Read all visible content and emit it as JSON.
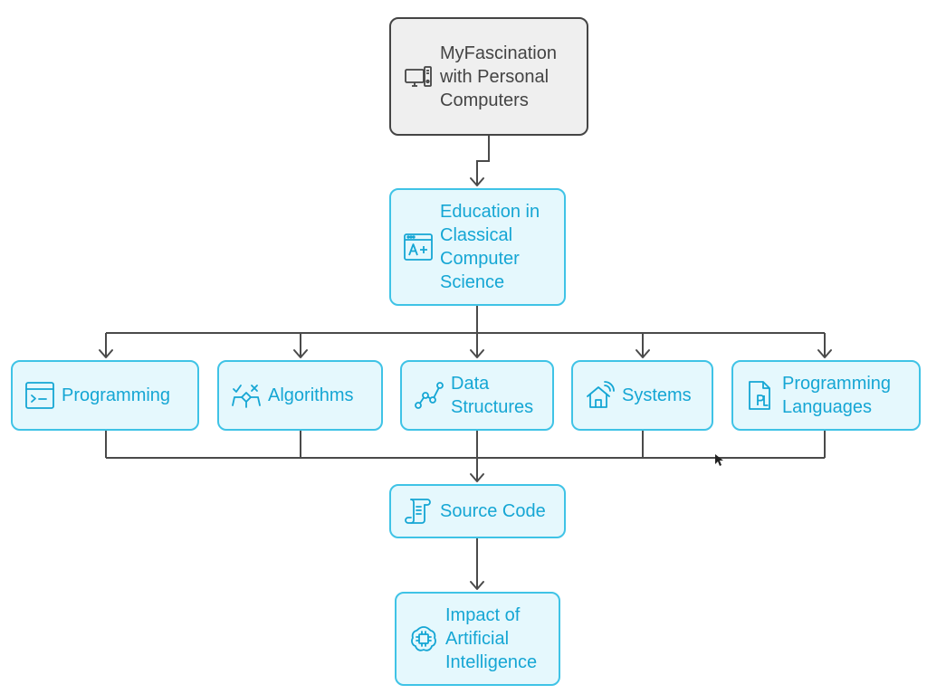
{
  "colors": {
    "accent_border": "#3fc3e6",
    "accent_fill": "#e5f8fd",
    "accent_text": "#15a6d4",
    "root_fill": "#efefef",
    "root_border": "#444444",
    "connector": "#4a4a4a"
  },
  "nodes": {
    "root": {
      "lines": [
        "MyFascination",
        "with Personal",
        "Computers"
      ],
      "icon": "desktop-computer-icon"
    },
    "education": {
      "lines": [
        "Education in",
        "Classical",
        "Computer",
        "Science"
      ],
      "icon": "browser-grade-icon"
    },
    "programming": {
      "lines": [
        "Programming"
      ],
      "icon": "terminal-icon"
    },
    "algorithms": {
      "lines": [
        "Algorithms"
      ],
      "icon": "algorithm-icon"
    },
    "data": {
      "lines": [
        "Data",
        "Structures"
      ],
      "icon": "graph-nodes-icon"
    },
    "systems": {
      "lines": [
        "Systems"
      ],
      "icon": "smart-home-icon"
    },
    "languages": {
      "lines": [
        "Programming",
        "Languages"
      ],
      "icon": "pl-document-icon"
    },
    "source": {
      "lines": [
        "Source Code"
      ],
      "icon": "scroll-icon"
    },
    "ai": {
      "lines": [
        "Impact of",
        "Artificial",
        "Intelligence"
      ],
      "icon": "ai-chip-icon"
    }
  }
}
